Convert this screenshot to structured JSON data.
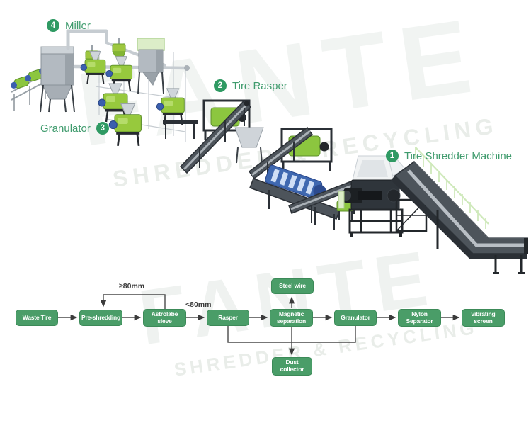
{
  "machine_labels": {
    "shredder": {
      "number": "1",
      "label": "Tire Shredder Machine"
    },
    "rasper": {
      "number": "2",
      "label": "Tire Rasper"
    },
    "granulator": {
      "number": "3",
      "label": "Granulator"
    },
    "miller": {
      "number": "4",
      "label": "Miller"
    }
  },
  "watermark": {
    "brand": "FANTE",
    "tagline": "SHREDDER & RECYCLING"
  },
  "flowchart": {
    "main_flow": [
      "Waste Tire",
      "Pre-shredding",
      "Astrolabe sieve",
      "Rasper",
      "Magnetic separation",
      "Granulator",
      "Nylon Separator",
      "vibrating screen"
    ],
    "boxes": {
      "waste_tire": "Waste Tire",
      "pre_shredding": "Pre-shredding",
      "astrolabe_sieve": "Astrolabe sieve",
      "rasper": "Rasper",
      "magnetic_separation": "Magnetic separation",
      "granulator": "Granulator",
      "nylon_separator": "Nylon Separator",
      "vibrating_screen": "vibrating screen",
      "steel_wire": "Steel wire",
      "dust_collector": "Dust collector"
    },
    "annotations": {
      "oversize": "≥80mm",
      "undersize": "<80mm"
    },
    "branches": [
      {
        "from": "Astrolabe sieve",
        "to": "Pre-shredding",
        "condition": "≥80mm"
      },
      {
        "from": "Astrolabe sieve",
        "to": "Rasper",
        "condition": "<80mm"
      },
      {
        "from": "Magnetic separation",
        "to": "Steel wire"
      },
      {
        "from": "Rasper",
        "to": "Dust collector"
      },
      {
        "from": "Magnetic separation",
        "to": "Dust collector"
      },
      {
        "from": "Granulator",
        "to": "Dust collector"
      }
    ]
  },
  "colors": {
    "label_green": "#3f9b6d",
    "badge_green": "#2f9a63",
    "flow_box_green": "#4a9d68",
    "flow_box_text": "#ffffff",
    "machine_green": "#97c93d",
    "motor_blue": "#3b5fae",
    "conveyor_gray": "#4d545b",
    "arrow_dark": "#3b3b3b"
  }
}
